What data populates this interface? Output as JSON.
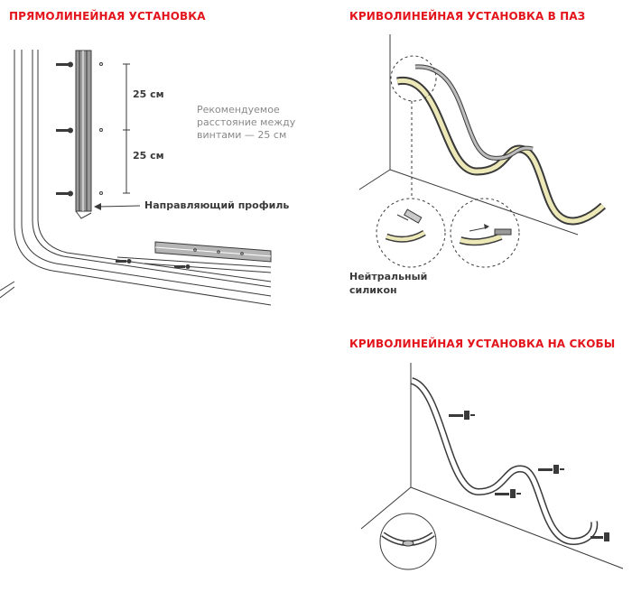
{
  "sections": {
    "straight": {
      "title": "ПРЯМОЛИНЕЙНАЯ УСТАНОВКА",
      "spacing_top": "25 см",
      "spacing_bottom": "25 см",
      "note_line1": "Рекомендуемое",
      "note_line2": "расстояние между",
      "note_line3": "винтами — 25 см",
      "profile_label": "Направляющий профиль"
    },
    "curved_groove": {
      "title": "КРИВОЛИНЕЙНАЯ УСТАНОВКА В ПАЗ",
      "silicone_line1": "Нейтральный",
      "silicone_line2": "силикон"
    },
    "curved_brackets": {
      "title": "КРИВОЛИНЕЙНАЯ УСТАНОВКА НА СКОБЫ"
    }
  },
  "colors": {
    "title_red": "#e3141c",
    "line_dark": "#3a3a3a",
    "led_yellow": "#ece8b8"
  }
}
